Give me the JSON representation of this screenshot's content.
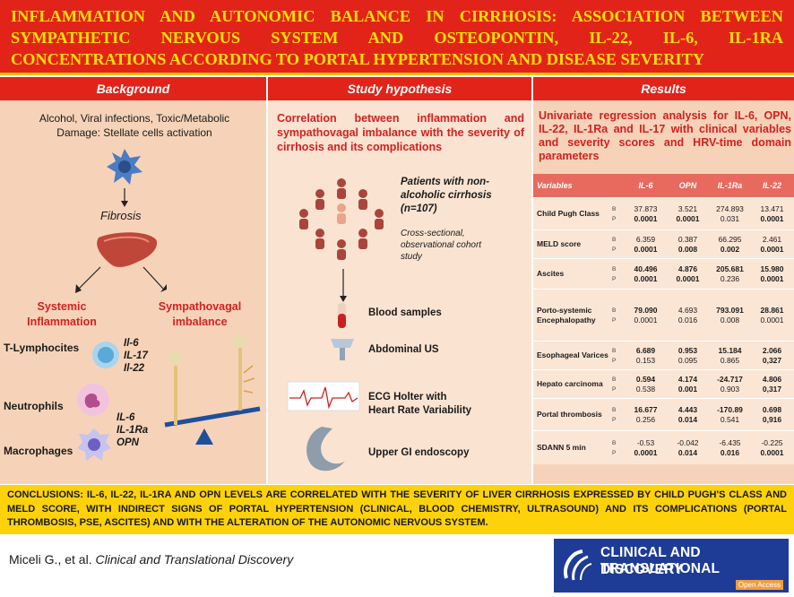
{
  "title": {
    "line1": "Inflammation and autonomic balance in cirrhosis: association between",
    "line2": "sympathetic nervous system and osteopontin, IL-22, IL-6, IL-1Ra",
    "line3": "concentrations according to portal hypertension and disease severity"
  },
  "background": {
    "header": "Background",
    "intro_line1": "Alcohol, Viral infections,  Toxic/Metabolic",
    "intro_line2": "Damage: Stellate cells activation",
    "fibrosis": "Fibrosis",
    "systemic_line1": "Systemic",
    "systemic_line2": "Inflammation",
    "symp_line1": "Sympathovagal",
    "symp_line2": "imbalance",
    "t_lymph": "T-Lymphocites",
    "t_lymph_cytokines": [
      "Il-6",
      "IL-17",
      "Il-22"
    ],
    "neutrophils": "Neutrophils",
    "macrophages": "Macrophages",
    "neutro_cytokines": [
      "IL-6",
      "IL-1Ra",
      "OPN"
    ]
  },
  "hypothesis": {
    "header": "Study hypothesis",
    "title": "Correlation between inflammation and sympathovagal imbalance with the severity of cirrhosis and its complications",
    "patients_line1": "Patients with non-",
    "patients_line2": "alcoholic cirrhosis",
    "patients_line3": "(n=107)",
    "design_line1": "Cross-sectional,",
    "design_line2": "observational cohort",
    "design_line3": "study",
    "steps": [
      "Blood samples",
      "Abdominal US",
      "ECG Holter with",
      "Heart Rate Variability",
      "Upper GI endoscopy"
    ]
  },
  "results": {
    "header": "Results",
    "title": "Univariate regression analysis for IL-6, OPN, IL-22, IL-1Ra and IL-17 with clinical variables and severity scores and HRV-time domain parameters",
    "columns": [
      "Variables",
      "IL-6",
      "OPN",
      "IL-1Ra",
      "IL-22"
    ],
    "bp": [
      "B",
      "P"
    ],
    "rows": [
      {
        "var": "Child Pugh Class",
        "b": [
          "37.873",
          "3.521",
          "274.893",
          "13.471"
        ],
        "p": [
          "0.0001",
          "0.0001",
          "0.031",
          "0.0001"
        ]
      },
      {
        "var": "MELD score",
        "b": [
          "6.359",
          "0.387",
          "66.295",
          "2.461"
        ],
        "p": [
          "0.0001",
          "0.008",
          "0.002",
          "0.0001"
        ]
      },
      {
        "var": "Ascites",
        "b": [
          "40.496",
          "4.876",
          "205.681",
          "15.980"
        ],
        "p": [
          "0.0001",
          "0.0001",
          "0.236",
          "0.0001"
        ]
      },
      {
        "var": "Porto-systemic Encephalopathy",
        "b": [
          "79.090",
          "4.693",
          "793.091",
          "28.861"
        ],
        "p": [
          "0.0001",
          "0.016",
          "0.008",
          "0.0001"
        ]
      },
      {
        "var": "Esophageal Varices",
        "b": [
          "6.689",
          "0.953",
          "15.184",
          "2.066"
        ],
        "p": [
          "0.153",
          "0.095",
          "0.865",
          "0,327"
        ]
      },
      {
        "var": "Hepato carcinoma",
        "b": [
          "0.594",
          "4.174",
          "-24.717",
          "4.806"
        ],
        "p": [
          "0.538",
          "0.001",
          "0.903",
          "0,317"
        ]
      },
      {
        "var": "Portal thrombosis",
        "b": [
          "16.677",
          "4.443",
          "-170.89",
          "0.698"
        ],
        "p": [
          "0.256",
          "0.014",
          "0.541",
          "0,916"
        ]
      },
      {
        "var": "SDANN 5 min",
        "b": [
          "-0.53",
          "-0.042",
          "-6.435",
          "-0.225"
        ],
        "p": [
          "0.0001",
          "0.014",
          "0.016",
          "0.0001"
        ]
      }
    ]
  },
  "conclusions": "CONCLUSIONS: IL-6, IL-22, IL-1RA AND OPN LEVELS ARE CORRELATED WITH THE SEVERITY OF LIVER CIRRHOSIS EXPRESSED BY CHILD PUGH'S CLASS AND MELD SCORE, WITH INDIRECT SIGNS OF PORTAL HYPERTENSION (CLINICAL, BLOOD CHEMISTRY, ULTRASOUND) AND ITS COMPLICATIONS (PORTAL THROMBOSIS, PSE, ASCITES) AND WITH THE ALTERATION OF THE AUTONOMIC NERVOUS SYSTEM.",
  "footer": {
    "authors": "Miceli G., et al.",
    "journal": "Clinical and Translational Discovery",
    "logo_line1": "CLINICAL AND TRANSLATIONAL",
    "logo_line2": "DISCOVERY",
    "logo_badge": "Open Access"
  },
  "colors": {
    "title_bg": "#e2231a",
    "title_text": "#ffe100",
    "accent_red": "#d42020",
    "conclusion_bg": "#fdd20a",
    "logo_bg": "#1e3c96"
  }
}
